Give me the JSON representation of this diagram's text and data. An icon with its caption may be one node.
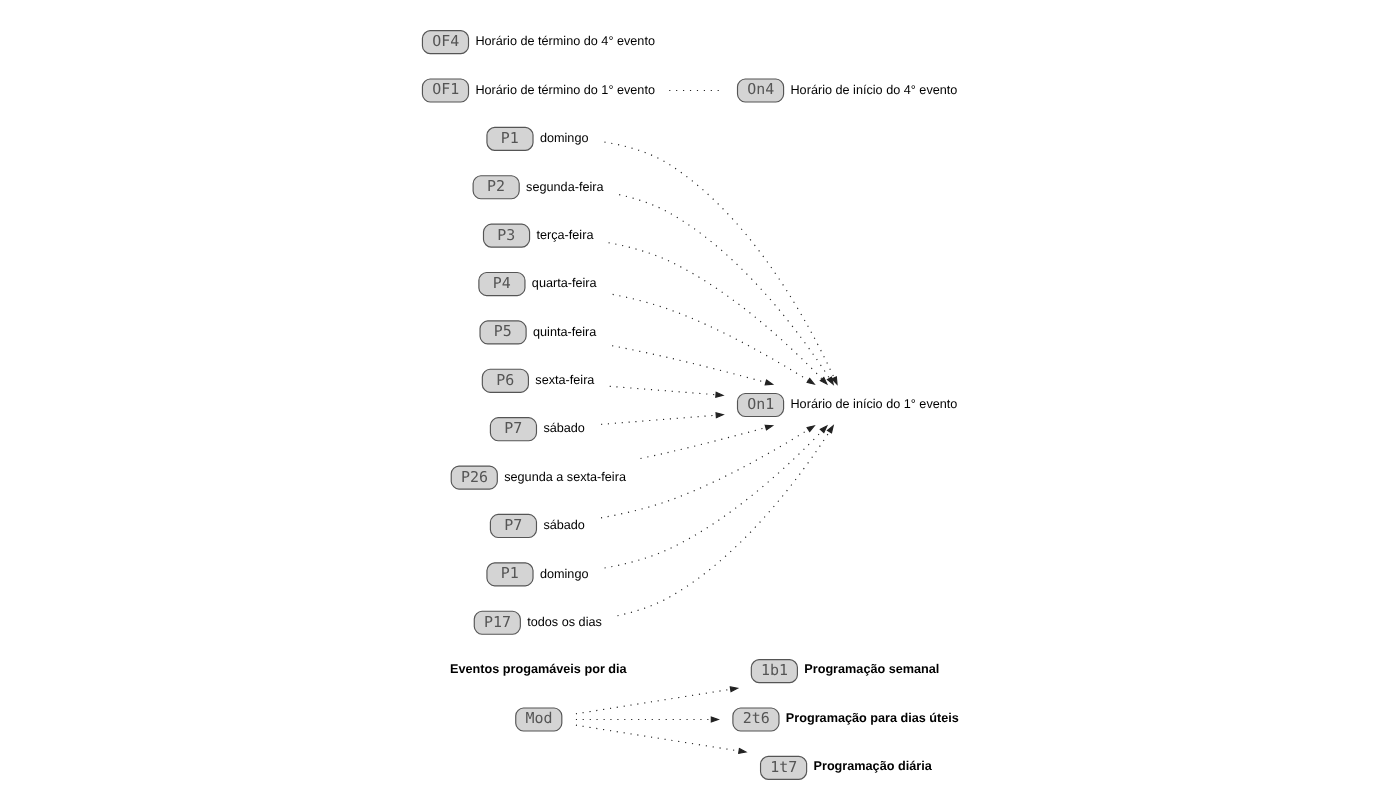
{
  "diagram": {
    "nodes": [
      {
        "text": [
          "Mod"
        ]
      },
      {
        "text": [
          "1b1"
        ],
        "beside": [
          "Programação semanal"
        ]
      },
      {
        "text": [
          "P1"
        ],
        "beside": [
          "domingo"
        ]
      },
      {
        "text": [
          "P2"
        ],
        "beside": [
          "segunda-feira"
        ]
      },
      {
        "text": [
          "P3"
        ],
        "beside": [
          "terça-feira"
        ]
      },
      {
        "text": [
          "P4"
        ],
        "beside": [
          "quarta-feira"
        ]
      },
      {
        "text": [
          "P5"
        ],
        "beside": [
          "quinta-feira"
        ]
      },
      {
        "text": [
          "P6"
        ],
        "beside": [
          "sexta-feira"
        ]
      },
      {
        "text": [
          "P7"
        ],
        "beside": [
          "sábado"
        ]
      },
      {
        "text": [
          "2t6"
        ],
        "beside": [
          "Programação para dias úteis"
        ]
      },
      {
        "text": [
          "P26"
        ],
        "beside": [
          "segunda a sexta-feira"
        ]
      },
      {
        "text": [
          "P7"
        ],
        "beside": [
          "sábado"
        ]
      },
      {
        "text": [
          "P1"
        ],
        "beside": [
          "domingo"
        ]
      },
      {
        "text": [
          "1t7"
        ],
        "beside": [
          "Programação diária"
        ]
      },
      {
        "text": [
          "P17"
        ],
        "beside": [
          "todos os dias"
        ]
      },
      {
        "text": [
          "On1"
        ],
        "beside": [
          "Horário de início do 1° evento"
        ]
      },
      {
        "text": [
          "OF1"
        ],
        "beside": [
          "Horário de término do 1° evento"
        ]
      },
      {
        "text": [
          "On4"
        ],
        "beside": [
          "Horário de início do 4° evento"
        ]
      },
      {
        "text": [
          "OF4"
        ],
        "beside": [
          "Horário de término do 4° evento"
        ]
      }
    ],
    "edges": [
      {
        "from": 0,
        "to": 1,
        "arrow": "to",
        "style": "dashed"
      },
      {
        "from": 0,
        "to": 9,
        "arrow": "to",
        "style": "dashed"
      },
      {
        "from": 0,
        "to": 13,
        "arrow": "to",
        "style": "dashed"
      },
      {
        "from": 2,
        "to": 15,
        "arrow": "to",
        "style": "dashed"
      },
      {
        "from": 3,
        "to": 15,
        "arrow": "to",
        "style": "dashed"
      },
      {
        "from": 4,
        "to": 15,
        "arrow": "to",
        "style": "dashed"
      },
      {
        "from": 5,
        "to": 15,
        "arrow": "to",
        "style": "dashed"
      },
      {
        "from": 6,
        "to": 15,
        "arrow": "to",
        "style": "dashed"
      },
      {
        "from": 7,
        "to": 15,
        "arrow": "to",
        "style": "dashed"
      },
      {
        "from": 8,
        "to": 15,
        "arrow": "to",
        "style": "dashed"
      },
      {
        "from": 10,
        "to": 15,
        "arrow": "to",
        "style": "dashed"
      },
      {
        "from": 11,
        "to": 15,
        "arrow": "to",
        "style": "dashed"
      },
      {
        "from": 12,
        "to": 15,
        "arrow": "to",
        "style": "dashed"
      },
      {
        "from": 14,
        "to": 15,
        "arrow": "to",
        "style": "dashed"
      },
      {
        "from": 16,
        "to": 17,
        "arrow": "none",
        "style": "dashed"
      }
    ],
    "labels": [
      "Eventos progamáveis por dia"
    ]
  }
}
